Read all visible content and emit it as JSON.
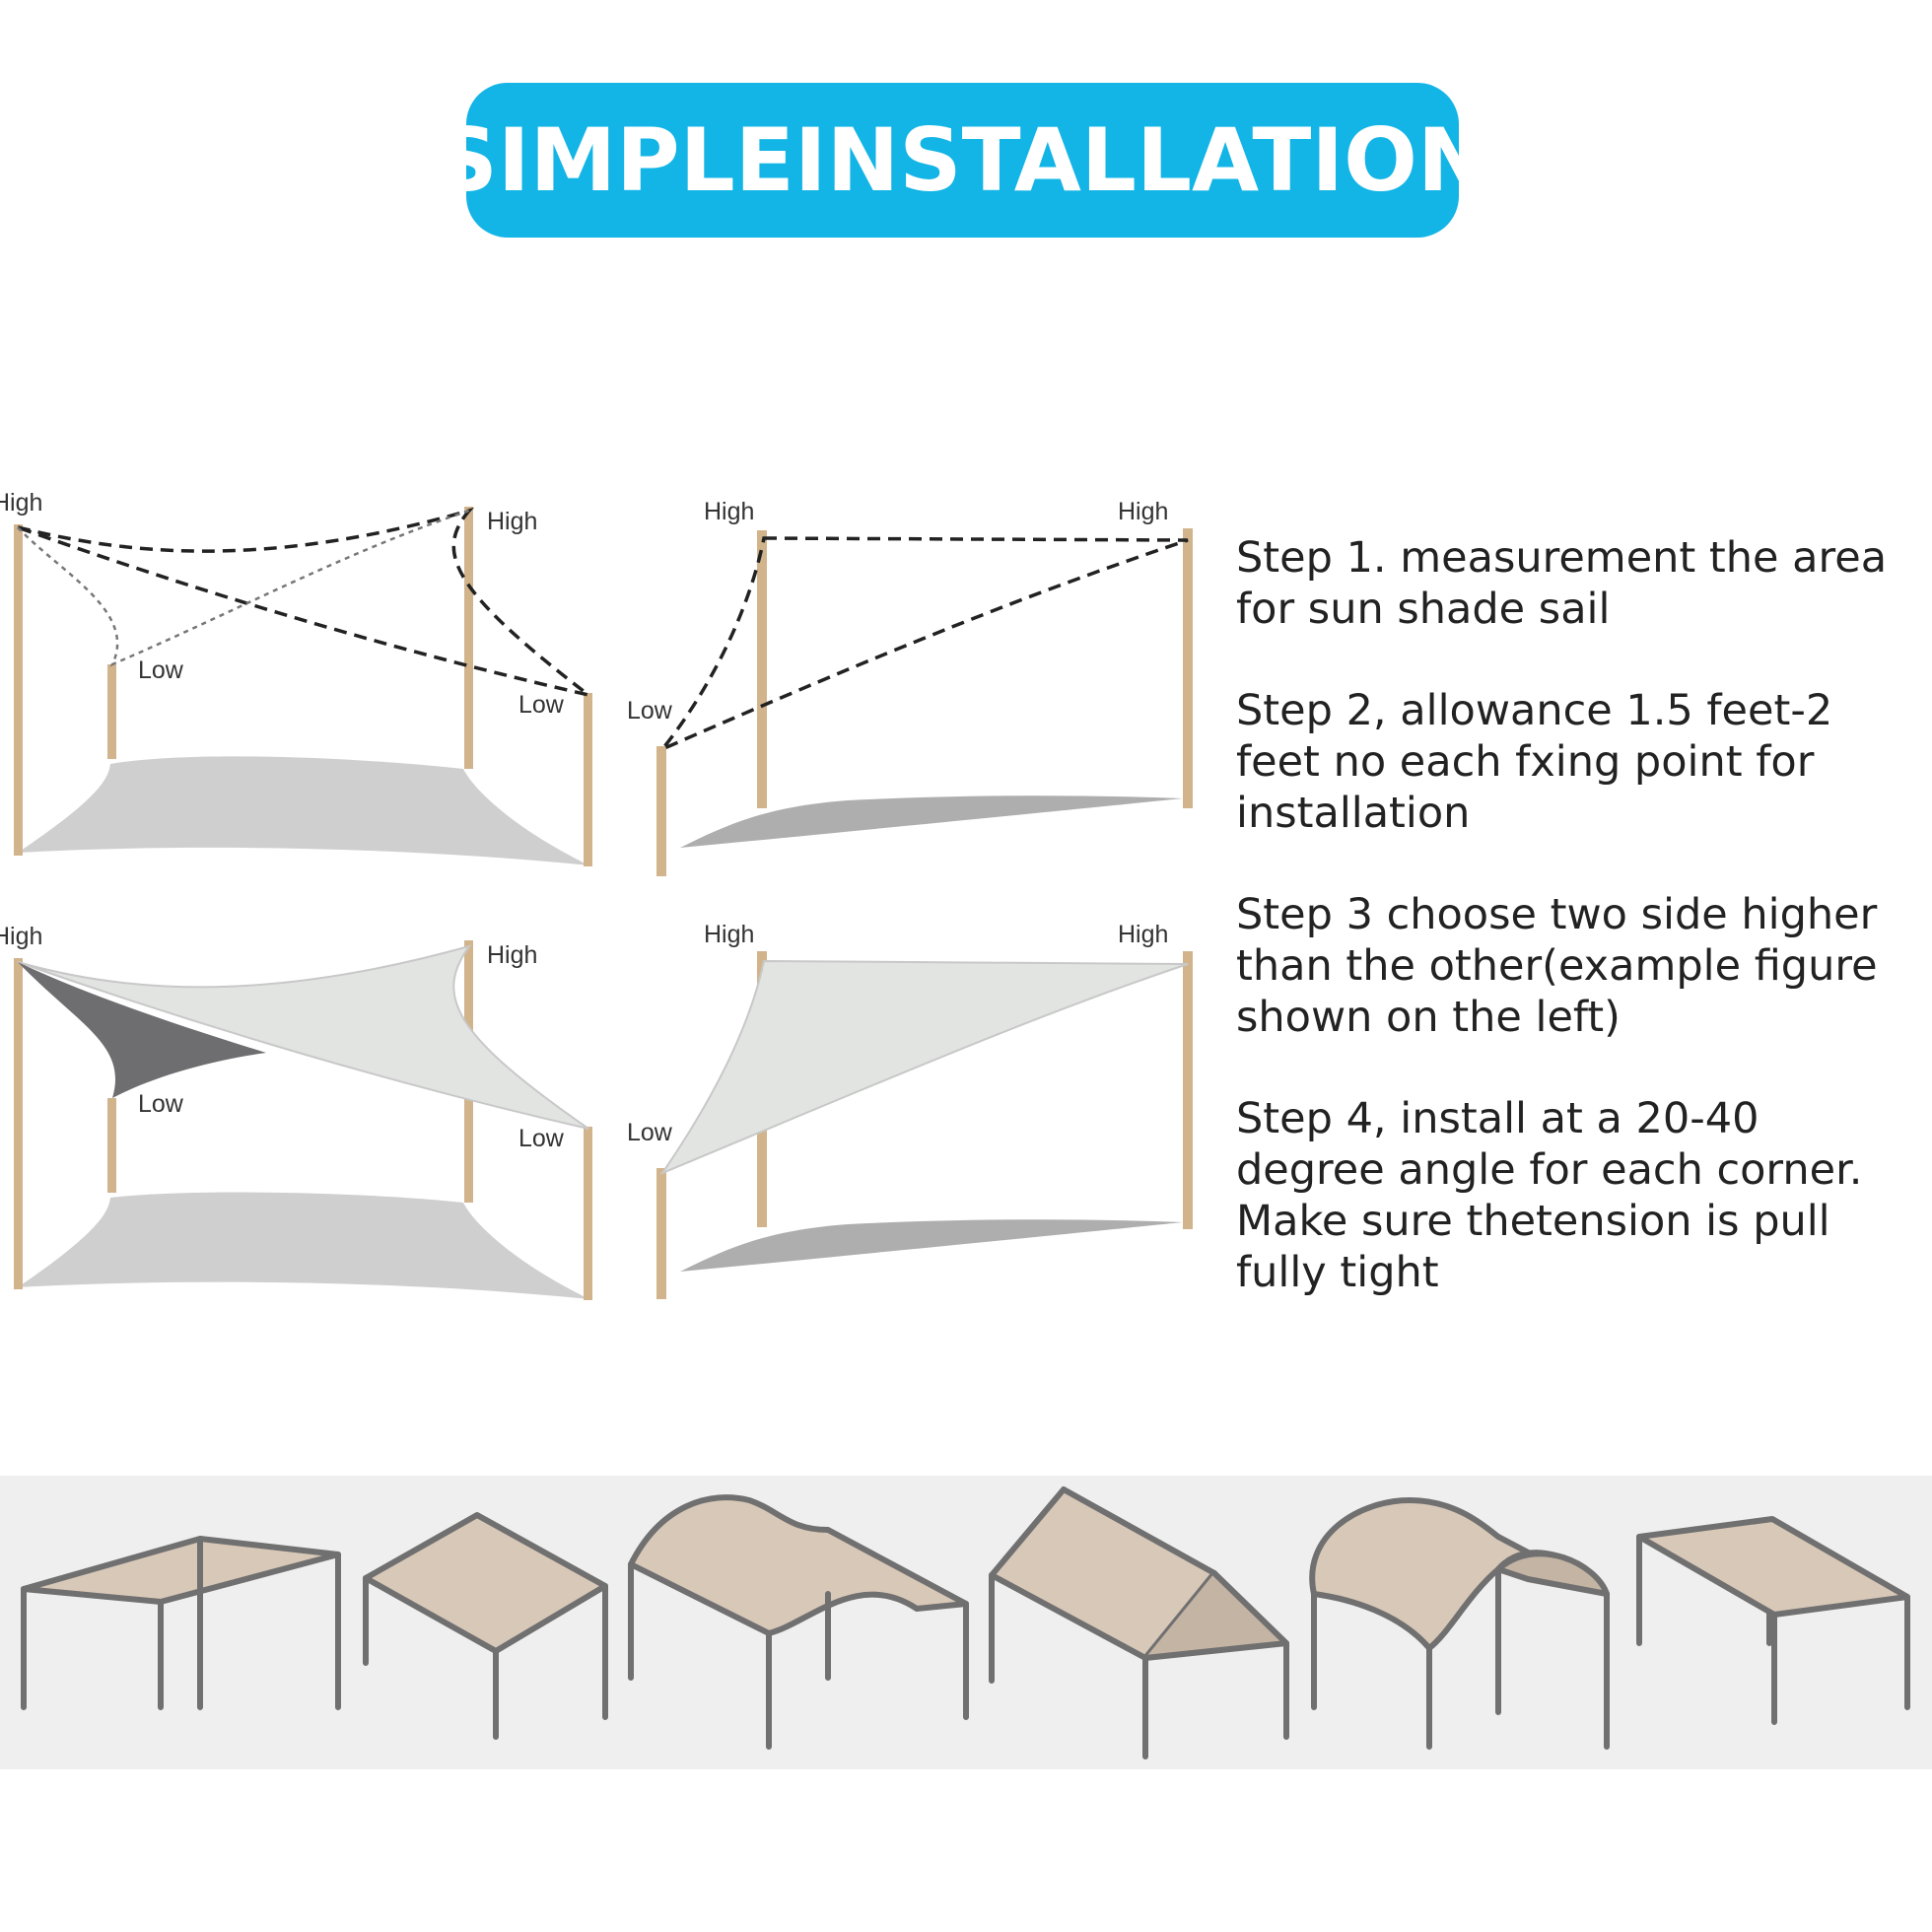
{
  "title": "SIMPLEINSTALLATION",
  "colors": {
    "banner": "#13b4e6",
    "pole": "#d2b48c",
    "sail": "#cfcfcf",
    "canopy": "#d8c8b8",
    "frame": "#707070"
  },
  "diagrams": {
    "top_left": {
      "post_labels": [
        "High",
        "High",
        "Low",
        "Low"
      ]
    },
    "top_right": {
      "post_labels": [
        "High",
        "High",
        "Low"
      ]
    },
    "bottom_left": {
      "post_labels": [
        "High",
        "High",
        "Low",
        "Low"
      ]
    },
    "bottom_right": {
      "post_labels": [
        "High",
        "High",
        "Low"
      ]
    }
  },
  "steps": [
    "Step 1. measurement the area for sun shade sail",
    "Step 2, allowance 1.5 feet-2 feet no each fxing point for installation",
    "Step 3 choose two side higher than the other(example figure shown on the left)",
    "Step 4, install at a 20-40 degree angle for each corner. Make sure thetension is pull fully tight"
  ],
  "frame_icons": [
    "flat-square-frame",
    "diamond-frame",
    "wave-frame",
    "peak-frame",
    "arch-frame",
    "flat-rect-frame"
  ]
}
